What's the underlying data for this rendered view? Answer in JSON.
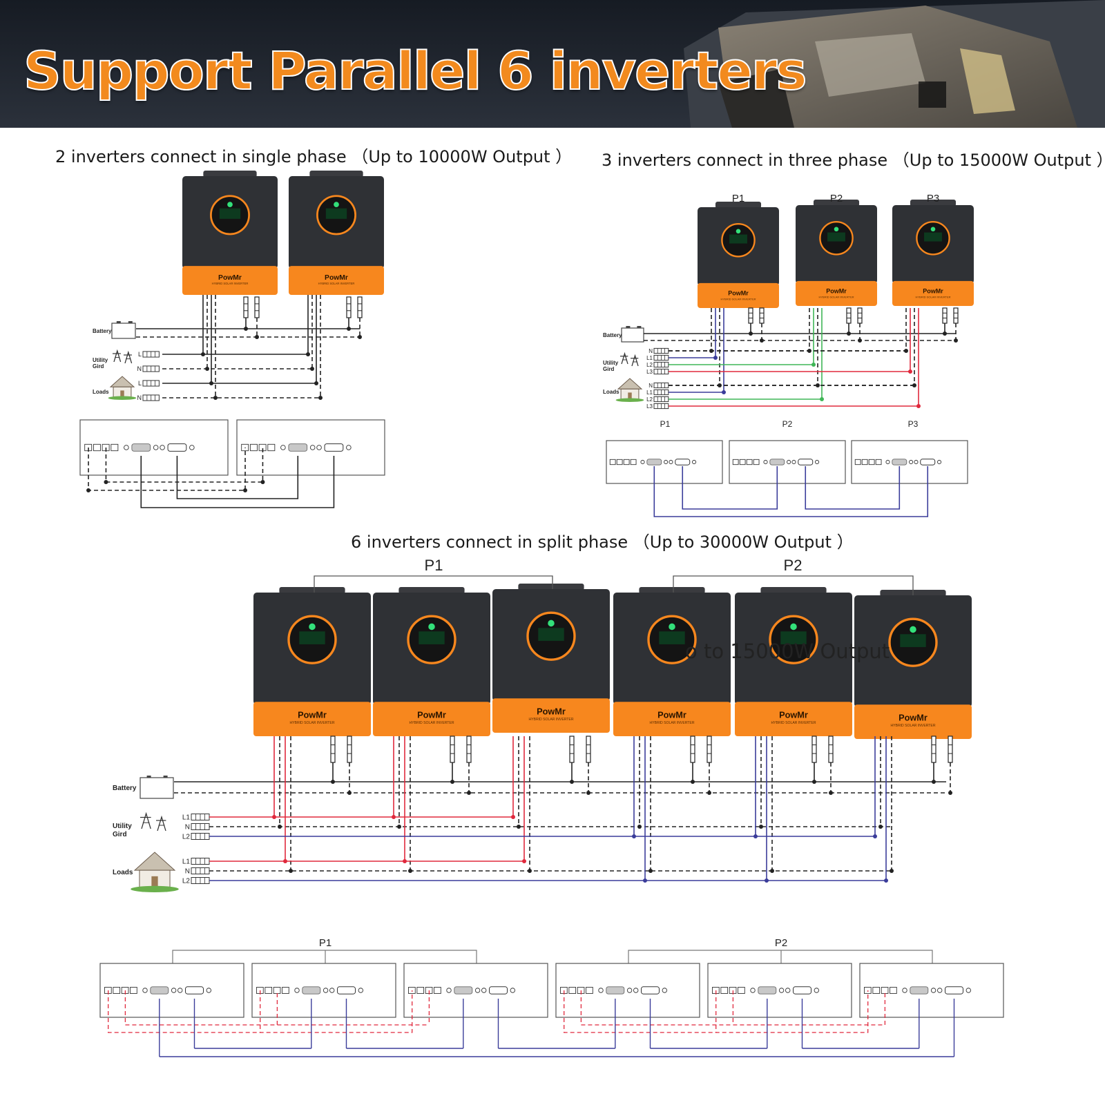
{
  "banner": {
    "title": "Support Parallel 6 inverters",
    "title_color": "#f28a1e",
    "background_color": "#1f242d"
  },
  "inverter": {
    "brand": "PowMr",
    "subtitle": "HYBRID SOLAR INVERTER",
    "body_color": "#2f3135",
    "accent_color": "#f7871e",
    "display_icon": "lcd-display-icon"
  },
  "wire_colors": {
    "red": "#e0283c",
    "blue": "#3a3c9a",
    "green": "#3fb556",
    "black": "#222222"
  },
  "sections": {
    "single": {
      "title": "2 inverters connect in single phase （Up to 10000W Output ）",
      "battery_label": "Battery",
      "utility_label_1": "Utility",
      "utility_label_2": "Gird",
      "loads_label": "Loads",
      "terminals": [
        "L",
        "N",
        "L",
        "N"
      ]
    },
    "three": {
      "title": "3 inverters connect in three phase （Up to 15000W Output ）",
      "unit_labels": [
        "P1",
        "P2",
        "P3"
      ],
      "battery_label": "Battery",
      "utility_label_1": "Utility",
      "utility_label_2": "Gird",
      "loads_label": "Loads",
      "terminals": [
        "N",
        "L1",
        "L2",
        "L3",
        "N",
        "L1",
        "L2",
        "L3"
      ]
    },
    "split": {
      "title": "6 inverters connect in split phase （Up to 30000W Output ）",
      "group_labels": [
        "P1",
        "P2"
      ],
      "battery_label": "Battery",
      "utility_label_1": "Utility",
      "utility_label_2": "Gird",
      "loads_label": "Loads",
      "terminals": [
        "L1",
        "N",
        "L2",
        "L1",
        "N",
        "L2"
      ],
      "comm_group_labels": [
        "P1",
        "P2"
      ],
      "stray_text": "o to 15000W Output"
    }
  }
}
